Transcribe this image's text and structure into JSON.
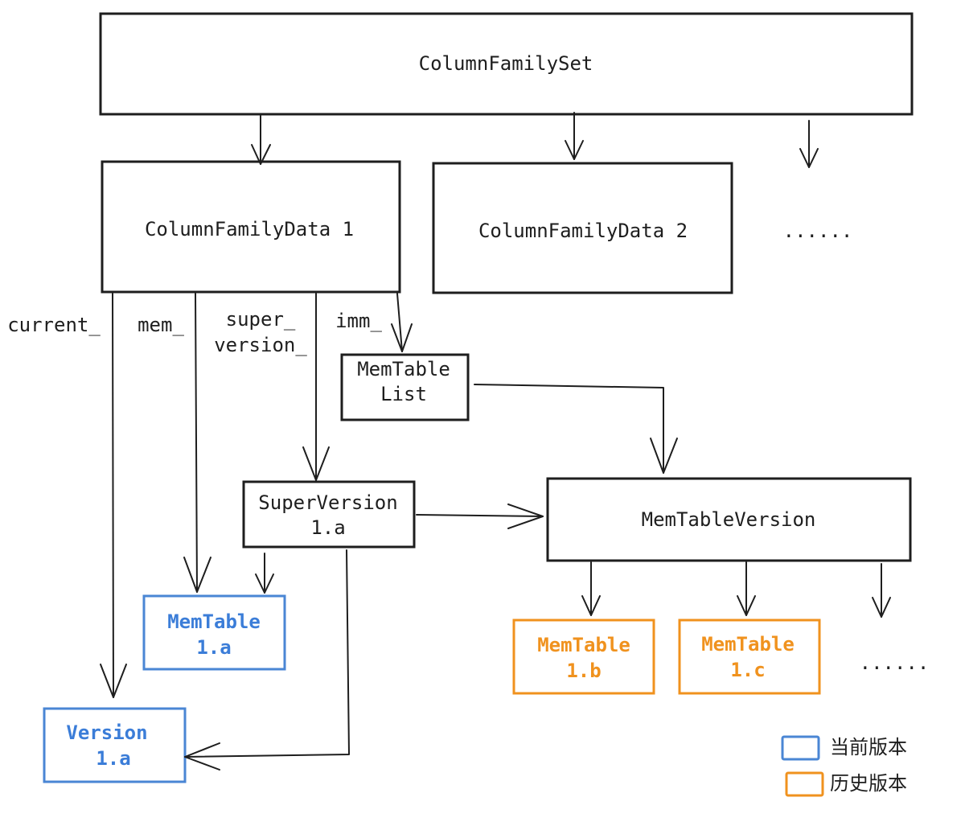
{
  "nodes": {
    "cfs": "ColumnFamilySet",
    "cfd1": "ColumnFamilyData 1",
    "cfd2": "ColumnFamilyData 2",
    "cfd_more": "......",
    "memtable_list": [
      "MemTable",
      "List"
    ],
    "superversion": [
      "SuperVersion",
      "1.a"
    ],
    "memtable_version": "MemTableVersion",
    "memtable_1a": [
      "MemTable",
      "1.a"
    ],
    "version_1a": [
      "Version",
      "1.a"
    ],
    "memtable_1b": [
      "MemTable",
      "1.b"
    ],
    "memtable_1c": [
      "MemTable",
      "1.c"
    ],
    "memtable_more": "......"
  },
  "edge_labels": {
    "current": "current_",
    "mem": "mem_",
    "super_version": [
      "super_",
      "version_"
    ],
    "imm": "imm_"
  },
  "legend": {
    "current": "当前版本",
    "history": "历史版本"
  },
  "colors": {
    "current_version": "#4a86d4",
    "history_version": "#f0921e",
    "line": "#1e1e1e"
  }
}
